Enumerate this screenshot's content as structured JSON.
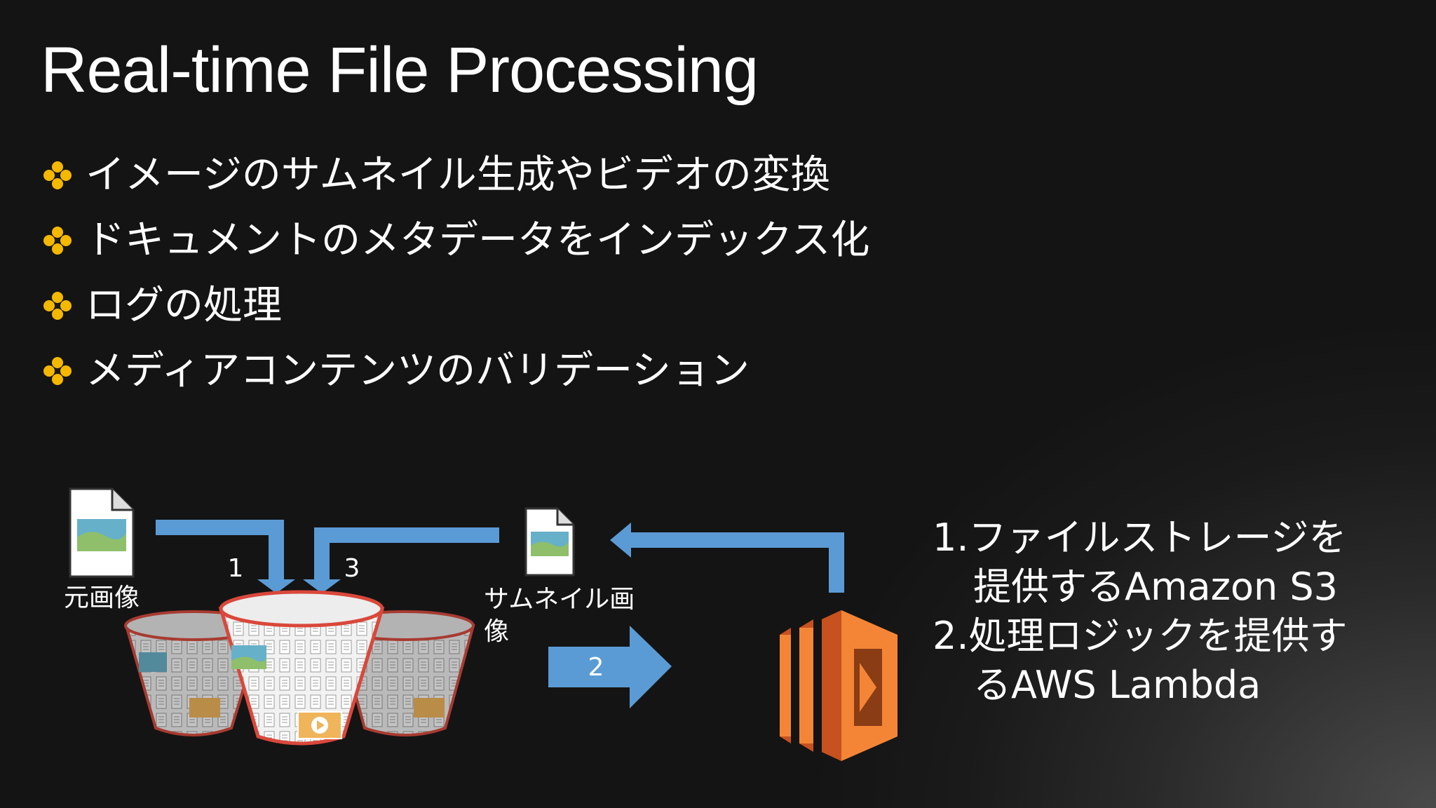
{
  "slide": {
    "title": "Real-time File Processing",
    "bullets": [
      "イメージのサムネイル生成やビデオの変換",
      "ドキュメントのメタデータをインデックス化",
      "ログの処理",
      "メディアコンテンツのバリデーション"
    ]
  },
  "diagram": {
    "original_image_label": "元画像",
    "thumbnail_label_line1": "サムネイル画",
    "thumbnail_label_line2": "像",
    "step_1": "1",
    "step_2": "2",
    "step_3": "3"
  },
  "notes": {
    "line1": "1.ファイルストレージを",
    "line2": "提供するAmazon S3",
    "line3": "2.処理ロジックを提供す",
    "line4": "るAWS Lambda"
  },
  "colors": {
    "arrow_blue": "#5b9bd5",
    "bullet_gold": "#f5b800",
    "lambda_orange": "#f58536",
    "bucket_red": "#d9483b"
  }
}
